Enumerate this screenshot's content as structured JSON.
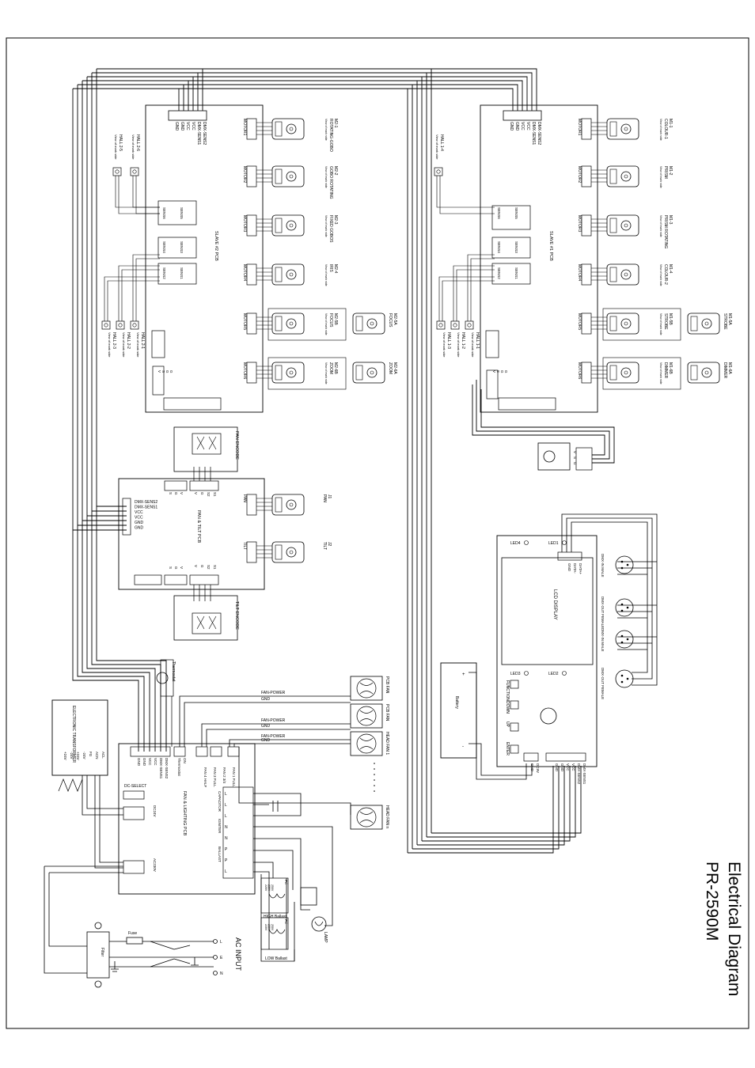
{
  "title": {
    "line1": "Electrical Diagram",
    "line2": "PR-2590M"
  },
  "slave2": {
    "pcb_label": "SLAVE #2 PCB",
    "header_pins": [
      "DMX-SENS2",
      "DMX-SENS1",
      "VCC",
      "VCC",
      "GND",
      "GND"
    ],
    "halls_top": [
      {
        "label": "HALL 2-5",
        "sub": "View of mark side"
      },
      {
        "label": "HALL 2-6",
        "sub": "View of mark side"
      }
    ],
    "halls_bottom": [
      {
        "label": "HALL 2-3",
        "sub": "View of mark side"
      },
      {
        "label": "HALL 2-2",
        "sub": "View of mark side"
      },
      {
        "label": "HALL 2-1",
        "sub": "View of mark side"
      }
    ],
    "sens": [
      "SENS6",
      "SENS5",
      "SENS4",
      "SENS3",
      "SENS2",
      "SENS1"
    ],
    "motors": [
      {
        "conn": "MOTOR1",
        "id": "M2-1",
        "name": "ROTATING-GOBO"
      },
      {
        "conn": "MOTOR2",
        "id": "M2-2",
        "name": "GOBO ROTATING"
      },
      {
        "conn": "MOTOR3",
        "id": "M2-3",
        "name": "FIXED GOBOS"
      },
      {
        "conn": "MOTOR4",
        "id": "M2-4",
        "name": "IRIS"
      },
      {
        "conn": "MOTOR5",
        "id": "M2-5B",
        "name": "FOCUS"
      },
      {
        "conn": "MOTOR6",
        "id": "M2-6B",
        "name": "ZOOM"
      }
    ],
    "extra_motors": [
      {
        "id": "M2-5A",
        "name": "FOCUS"
      },
      {
        "id": "M2-6A",
        "name": "ZOOM"
      }
    ],
    "vsg_pins": [
      "V",
      "S",
      "G",
      "G"
    ]
  },
  "slave1": {
    "pcb_label": "SLAVE #1 PCB",
    "header_pins": [
      "DMX-SENS2",
      "DMX-SENS1",
      "VCC",
      "VCC",
      "GND",
      "GND"
    ],
    "halls_top": [
      {
        "label": "HALL 1-4",
        "sub": "View of mark side"
      }
    ],
    "halls_bottom": [
      {
        "label": "HALL 1-3",
        "sub": "View of mark side"
      },
      {
        "label": "HALL 1-2",
        "sub": "View of mark side"
      },
      {
        "label": "HALL 1-1",
        "sub": "View of mark side"
      }
    ],
    "sens": [
      "SENS6",
      "SENS5",
      "SENS4",
      "SENS3",
      "SENS2",
      "SENS1"
    ],
    "motors": [
      {
        "conn": "MOTOR1",
        "id": "M1-1",
        "name": "COLOUR-1"
      },
      {
        "conn": "MOTOR2",
        "id": "M1-2",
        "name": "PRISM"
      },
      {
        "conn": "MOTOR3",
        "id": "M1-3",
        "name": "PRISM ROTATING"
      },
      {
        "conn": "MOTOR4",
        "id": "M1-4",
        "name": "COLOUR-2"
      },
      {
        "conn": "MOTOR5",
        "id": "M1-5B",
        "name": "STROBE"
      },
      {
        "conn": "MOTOR6",
        "id": "M1-6B",
        "name": "DIMMER"
      }
    ],
    "extra_motors": [
      {
        "id": "M1-5A",
        "name": "STROBE"
      },
      {
        "id": "M1-6A",
        "name": "DIMMER"
      }
    ],
    "vsg_pins": [
      "V",
      "S",
      "G",
      "G"
    ]
  },
  "pan_tilt": {
    "pcb_label": "PAN & TILT PCB",
    "header_pins": [
      "DMX-SENS2",
      "DMX-SENS1",
      "VCC",
      "VCC",
      "GND",
      "GND"
    ],
    "pan_encoder": "PAN ENCODE",
    "tilt_encoder": "TILT ENCODE",
    "pan_pins": [
      "V",
      "G",
      "S"
    ],
    "pan_enc_pins": [
      "S1",
      "S2",
      "G",
      "V"
    ],
    "tilt_pins": [
      "V",
      "G",
      "S"
    ],
    "tilt_enc_pins": [
      "S1",
      "S2",
      "G",
      "V"
    ],
    "motors": [
      {
        "conn": "PAN",
        "id": "J1",
        "name": "PAN"
      },
      {
        "conn": "TILT",
        "id": "J2",
        "name": "TILT"
      }
    ]
  },
  "fan_pcb": {
    "pcb_label": "FAN & LIGHTING PCB",
    "header_pins": [
      "DMX-SENS2",
      "DMX-SENS1",
      "VCC",
      "VCC",
      "GND",
      "GND"
    ],
    "thermostat_pins": [
      "ON",
      "Thermostat"
    ],
    "fan_conns": [
      "FAN 4 HALF",
      "FAN 3 FULL",
      "FAN 2 3/4",
      "FAN 1 FULL"
    ],
    "dc_select": "DC-SELECT",
    "dc_24v": "DC24V",
    "ac_230v": "AC230V",
    "terminals": [
      "CAPACITOR",
      "IGNITER",
      "BALLAST"
    ],
    "terminal_pins": [
      "L",
      "L",
      "L",
      "N",
      "N",
      "P",
      "P",
      "L"
    ],
    "thermostat_label": "Thermostat"
  },
  "transformer": {
    "label": "ELECTRONIC TRANSFORMER",
    "pins": [
      "ACL",
      "ACN",
      "FG",
      "-24V",
      "+24V",
      "-24V",
      "+24V"
    ]
  },
  "fans": [
    {
      "label": "PCB FAN"
    },
    {
      "label": "PCB FAN"
    },
    {
      "label": "HEAD FAN 1"
    },
    {
      "label": "HEAD FAN n"
    }
  ],
  "fan_wires": [
    "FAN-POWER",
    "GND",
    "FAN-POWER",
    "GND",
    "FAN-POWER",
    "GND"
  ],
  "ballast": {
    "high": "HIGH Ballast",
    "low": "LOW Ballast",
    "pri": "Pri",
    "sec": "Sec",
    "lamp": "LAMP",
    "taps": [
      "250V",
      "230V",
      "220V"
    ]
  },
  "ac_input": {
    "label": "AC INPUT",
    "fuse": "Fuse",
    "filter": "Filter",
    "pins": [
      "L",
      "E",
      "N"
    ]
  },
  "display": {
    "label": "LCD DISPLAY",
    "leds": [
      "LED4",
      "LED1",
      "LED3",
      "LED2"
    ],
    "buttons": [
      "FUNCTION",
      "DOWN",
      "UP",
      "ENTER"
    ],
    "data_pins": [
      "DATA+",
      "DATA-",
      "GND"
    ],
    "dmx": [
      {
        "label": "DMX-IN MALE"
      },
      {
        "label": "DMX-OUT FEMALE"
      },
      {
        "label": "DMX-IN MALE"
      },
      {
        "label": "DMX-OUT FEMALE"
      }
    ],
    "dc9v": "DC9V",
    "gnd": "GND",
    "bottom_pins": [
      "DMX-SENS1",
      "DMX-SENS2",
      "VCC",
      "VCC",
      "GND",
      "GND"
    ]
  },
  "battery": {
    "label": "Battery",
    "plus": "+",
    "minus": "-"
  },
  "vsg_small": [
    "V",
    "S",
    "G"
  ]
}
